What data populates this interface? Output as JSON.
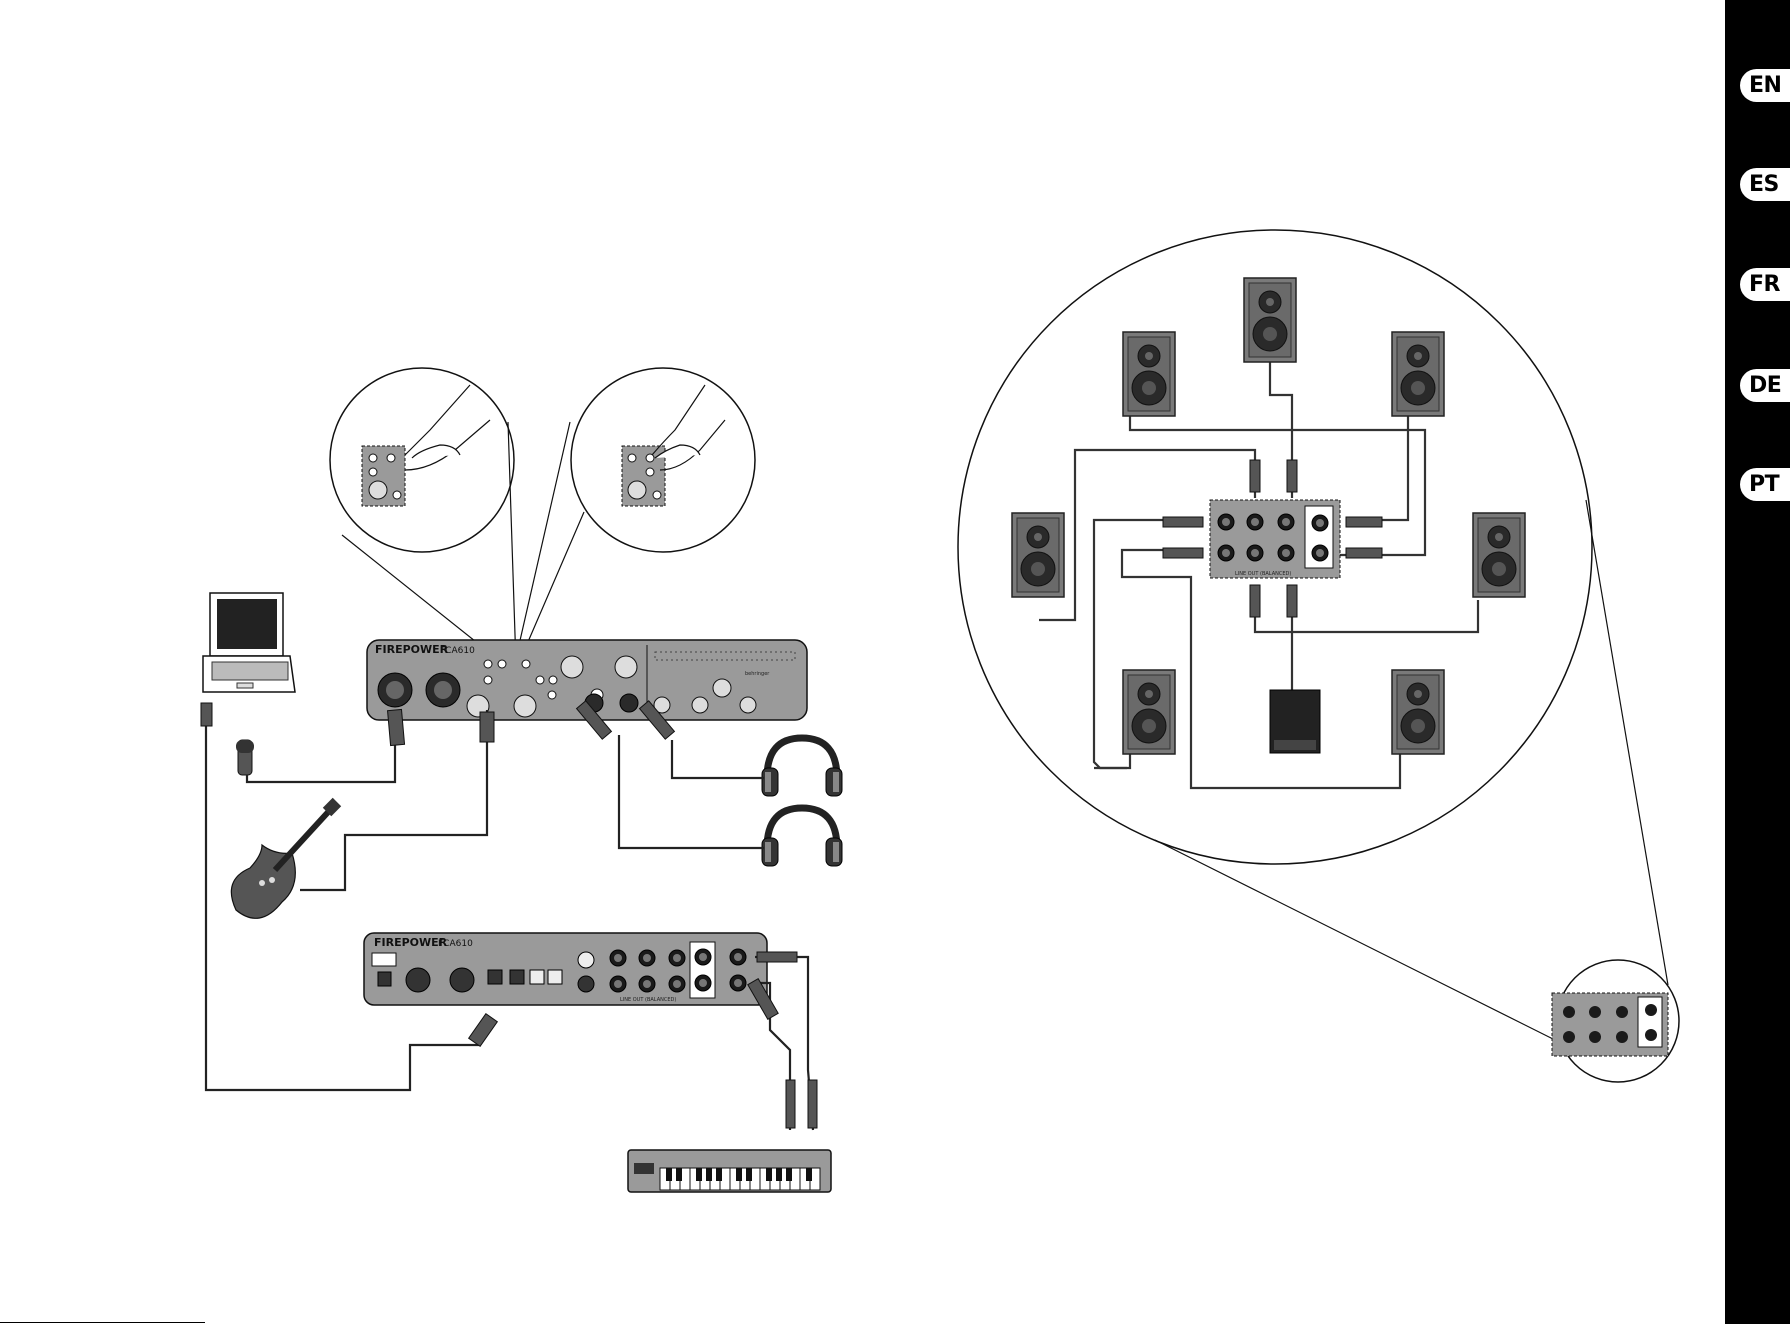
{
  "languages": [
    {
      "code": "EN"
    },
    {
      "code": "ES"
    },
    {
      "code": "FR"
    },
    {
      "code": "DE"
    },
    {
      "code": "PT"
    }
  ],
  "devices": {
    "front_brand": "FIREPOWER",
    "front_model": "FCA610",
    "rear_brand": "FIREPOWER",
    "rear_model": "FCA610",
    "front_logo": "behringer",
    "rear_panel_label": "LINE OUT (BALANCED)",
    "zoom_panel_label": "LINE OUT (BALANCED)"
  },
  "colors": {
    "panel": "#9a9a9a",
    "panel_dark": "#5a5a5a",
    "speaker": "#6e6e6e",
    "cable": "#333333",
    "sidebar": "#000000"
  }
}
